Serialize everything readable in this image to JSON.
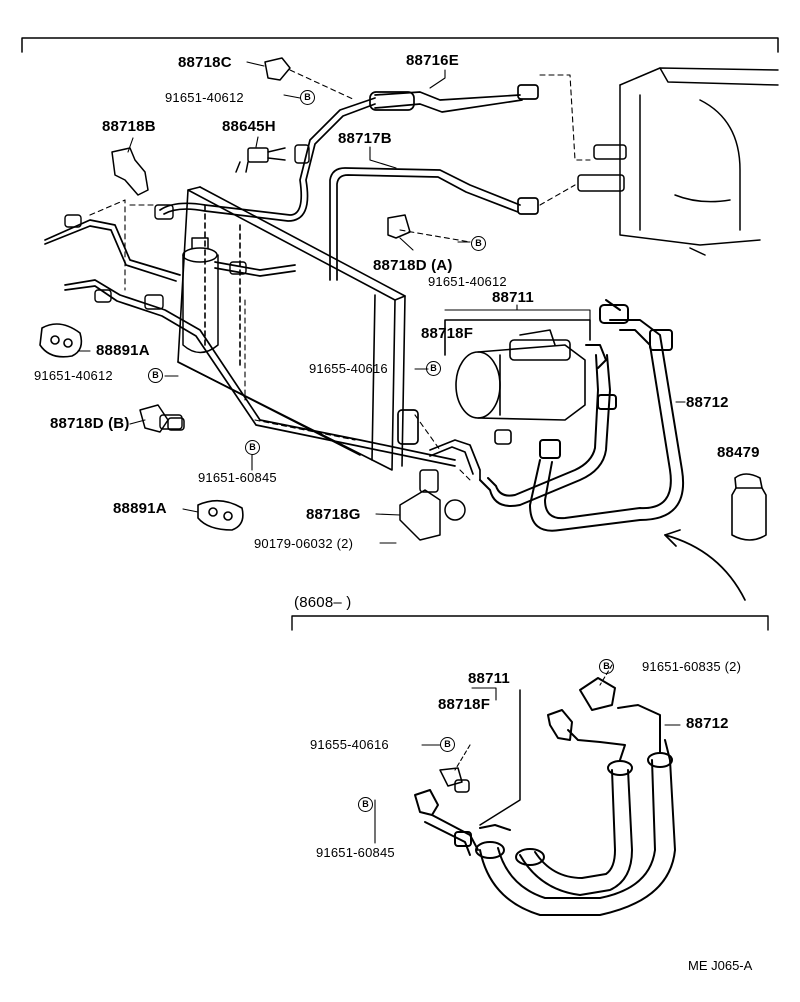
{
  "labels": {
    "p88718C": "88718C",
    "p88716E": "88716E",
    "b91651_40612_top": "91651-40612",
    "p88718B": "88718B",
    "p88645H": "88645H",
    "p88717B": "88717B",
    "p88718D_A": "88718D (A)",
    "b91651_40612_mid": "91651-40612",
    "p88711": "88711",
    "p88718F": "88718F",
    "p88891A_1": "88891A",
    "b91651_40612_left": "91651-40612",
    "b91655_40616": "91655-40616",
    "p88718D_B": "88718D (B)",
    "p88712": "88712",
    "p88479": "88479",
    "b91651_60845": "91651-60845",
    "p88891A_2": "88891A",
    "p88718G": "88718G",
    "b90179_06032": "90179-06032 (2)",
    "date_range": "(8608–        )",
    "b91651_60835": "91651-60835 (2)",
    "p88711_lower": "88711",
    "p88718F_lower": "88718F",
    "p88712_lower": "88712",
    "b91655_40616_lower": "91655-40616",
    "b91651_60845_lower": "91651-60845",
    "figure_ref": "ME J065-A"
  },
  "bolt_marker": "B"
}
